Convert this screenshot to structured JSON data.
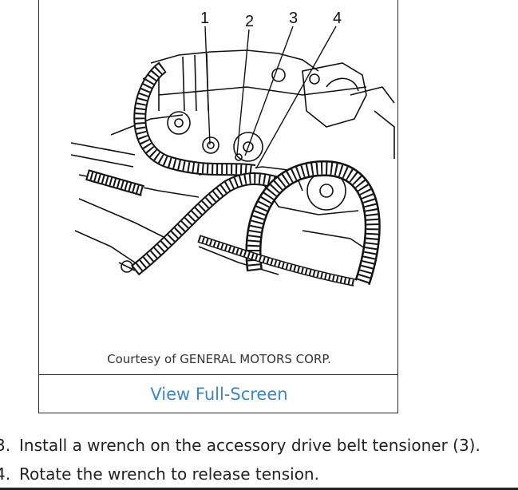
{
  "figure": {
    "callouts": [
      "1",
      "2",
      "3",
      "4"
    ],
    "caption": "Courtesy of GENERAL MOTORS CORP.",
    "link_label": "View Full-Screen"
  },
  "steps": [
    {
      "number": "3.",
      "text": "Install a wrench on the accessory drive belt tensioner (3)."
    },
    {
      "number": "4.",
      "text": "Rotate the wrench to release tension."
    }
  ]
}
